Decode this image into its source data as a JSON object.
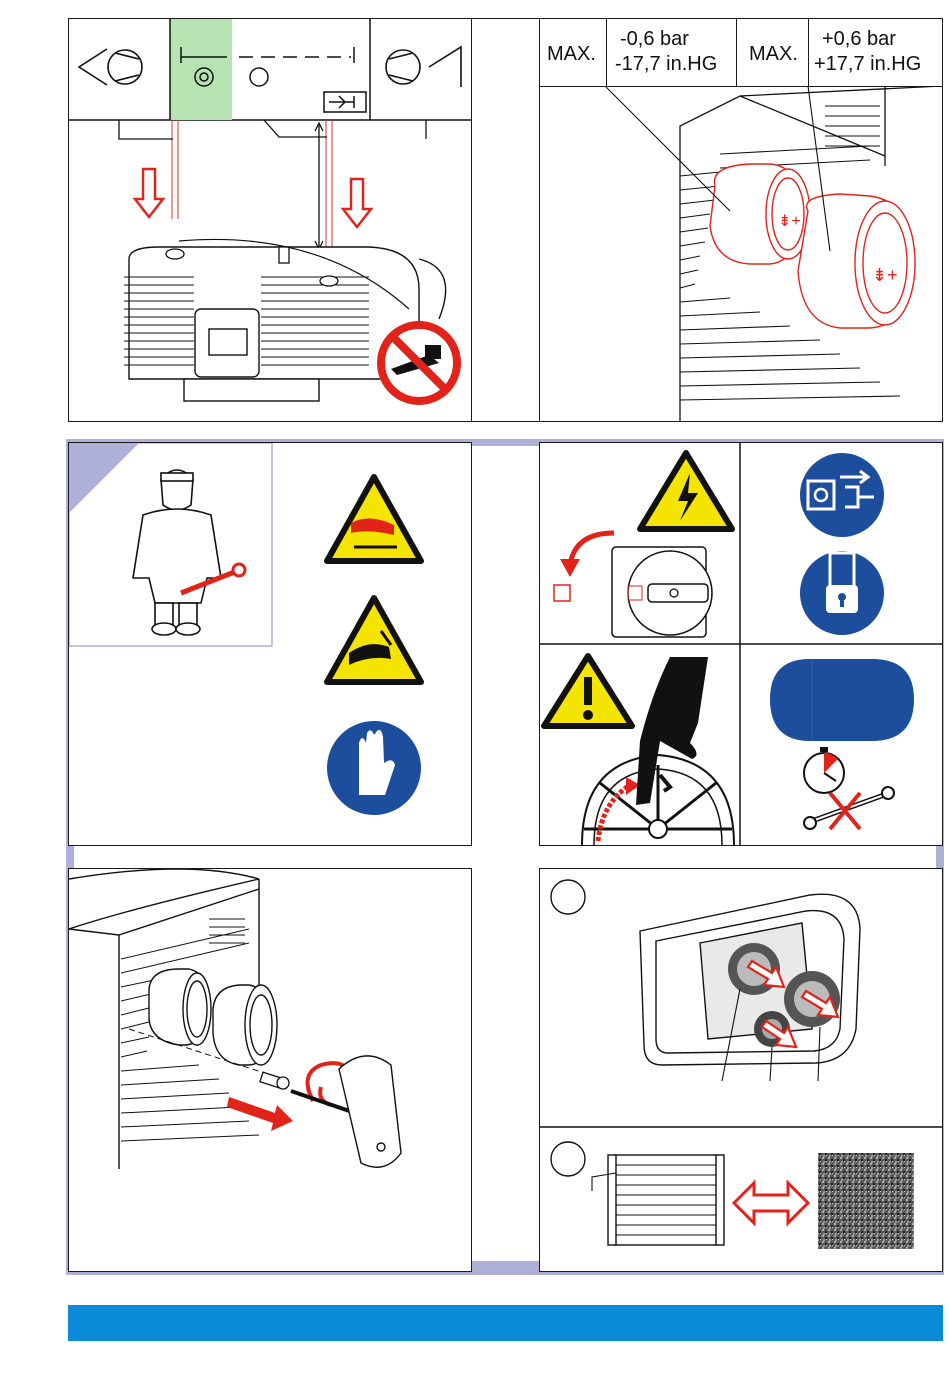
{
  "pressure_table": {
    "vacuum_max_label": "MAX.",
    "vacuum_bar": "-0,6 bar",
    "vacuum_inhg": "-17,7 in.HG",
    "pressure_max_label": "MAX.",
    "pressure_bar": "+0,6 bar",
    "pressure_inhg": "+17,7 in.HG"
  },
  "colors": {
    "warning_yellow": "#f5e400",
    "mandatory_blue": "#1d4e9e",
    "prohibition_red": "#e2231a",
    "arrow_red": "#e2231a",
    "highlight_green": "#b7e2b1",
    "frame_lavender": "#aeb0d8",
    "footer_bar": "#0b8ad8"
  },
  "icons": [
    "vacuum-inlet-icon",
    "pressure-outlet-icon",
    "no-oil-icon",
    "hot-surface-warning-icon",
    "sharp-edge-warning-icon",
    "wear-gloves-icon",
    "electric-hazard-icon",
    "disconnect-plug-icon",
    "lockout-icon",
    "general-warning-icon",
    "wait-time-icon",
    "no-tool-icon"
  ]
}
